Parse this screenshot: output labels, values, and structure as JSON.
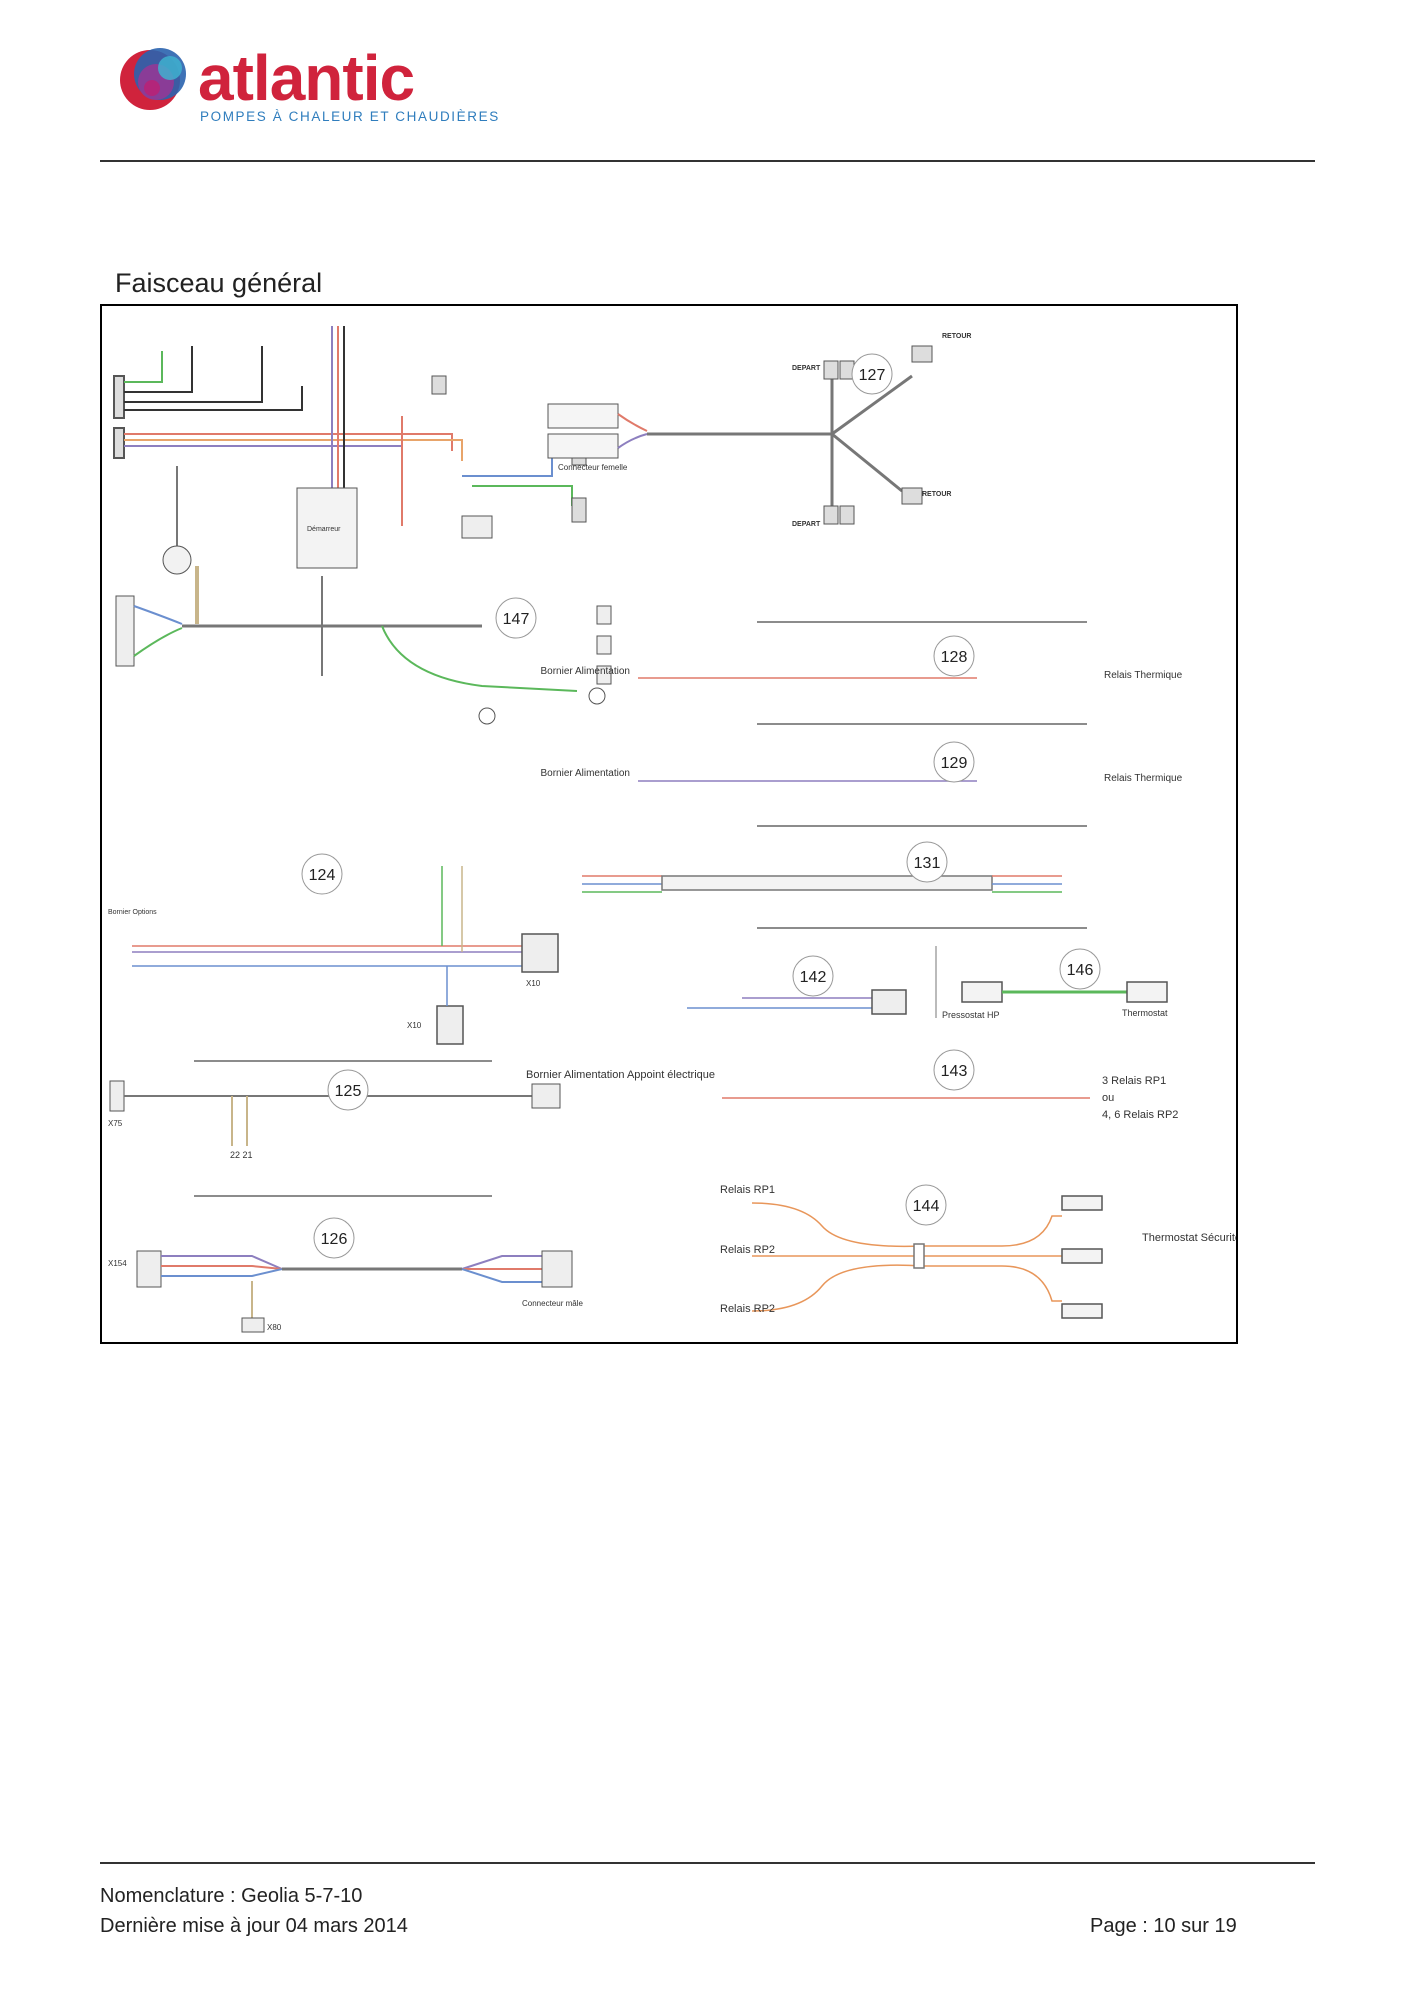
{
  "header": {
    "brand_name": "atlantic",
    "tagline": "POMPES À CHALEUR ET CHAUDIÈRES"
  },
  "section": {
    "title": "Faisceau général"
  },
  "diagram": {
    "bubbles": [
      "127",
      "147",
      "128",
      "129",
      "124",
      "131",
      "142",
      "146",
      "125",
      "143",
      "144",
      "126"
    ],
    "labels": {
      "demarreur": "Démarreur",
      "connecteur_femelle": "Connecteur femelle",
      "connecteur_male": "Connecteur mâle",
      "depart": "DEPART",
      "retour": "RETOUR",
      "bornier_alim": "Bornier Alimentation",
      "relais_thermique": "Relais Thermique",
      "bornier_options": "Bornier Options",
      "pressostat_hp": "Pressostat HP",
      "thermostat": "Thermostat",
      "bornier_alim_appoint": "Bornier Alimentation Appoint électrique",
      "relais_rp1_or": "3 Relais RP1",
      "ou": "ou",
      "relais_rp2_or": "4, 6 Relais RP2",
      "relais_rp1": "Relais RP1",
      "relais_rp2": "Relais RP2",
      "thermostat_securite": "Thermostat Sécurité Appoint Electrique",
      "x10": "X10",
      "x75": "X75",
      "x154": "X154",
      "x80": "X80",
      "relais_thermique_22_21": "22 21"
    }
  },
  "footer": {
    "line1": "Nomenclature : Geolia 5-7-10",
    "line2": "Dernière mise à jour 04 mars 2014",
    "page": "Page : 10 sur 19"
  }
}
